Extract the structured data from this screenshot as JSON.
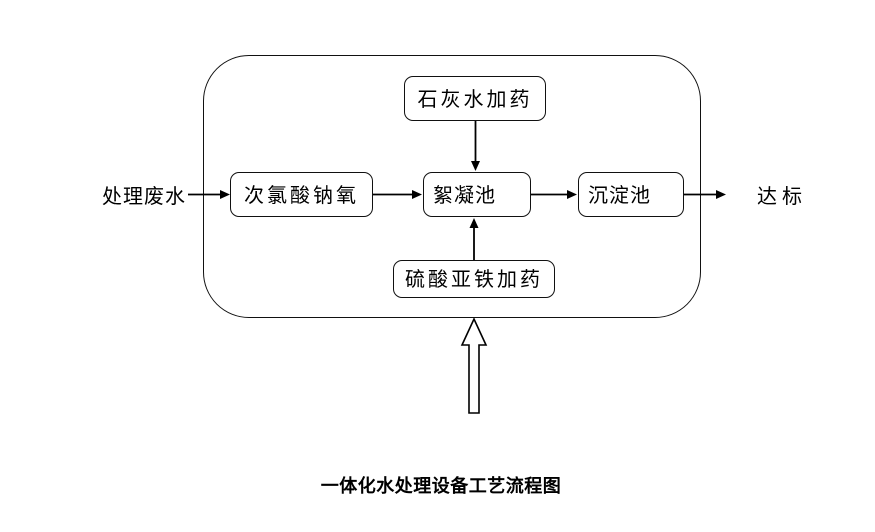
{
  "diagram": {
    "title": "一体化水处理设备工艺流程图",
    "input_label": "处理废水",
    "output_label": "达标",
    "boxes": {
      "lime_dosing": "石灰水加药",
      "sodium_hypochlorite": "次氯酸钠氧",
      "flocculation_tank": "絮凝池",
      "sedimentation_tank": "沉淀池",
      "ferrous_sulfate_dosing": "硫酸亚铁加药"
    },
    "colors": {
      "line": "#000000",
      "background": "#ffffff",
      "box_fill": "#ffffff"
    }
  }
}
